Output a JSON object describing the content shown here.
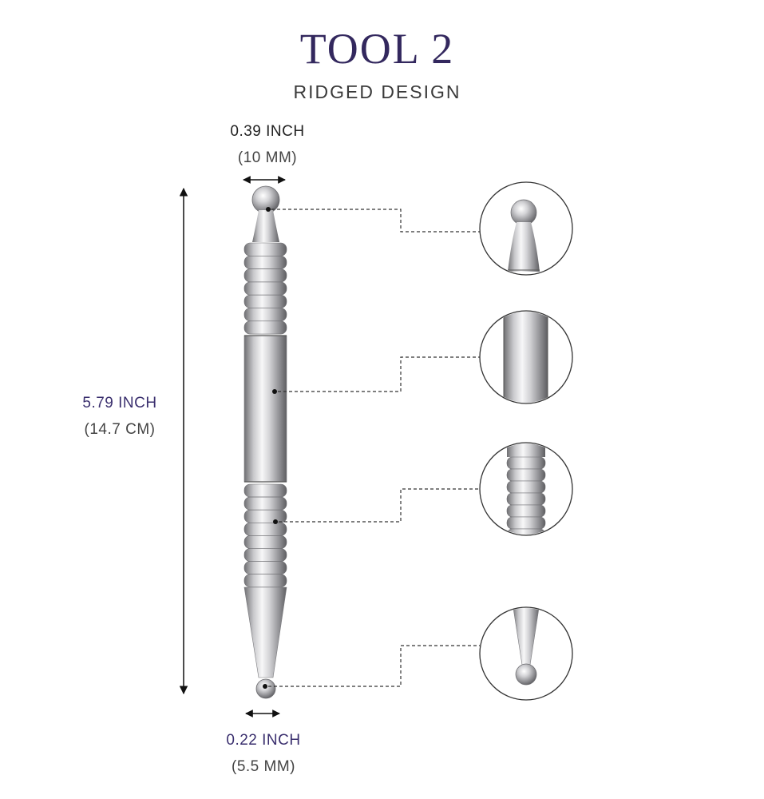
{
  "header": {
    "title": "TOOL 2",
    "subtitle": "RIDGED DESIGN"
  },
  "dimensions": {
    "head_width": {
      "value": "0.39 INCH",
      "metric": "(10 MM)"
    },
    "length": {
      "value": "5.79 INCH",
      "metric": "(14.7 CM)"
    },
    "tip_width": {
      "value": "0.22 INCH",
      "metric": "(5.5 MM)"
    }
  },
  "details": [
    {
      "part": "ball-head"
    },
    {
      "part": "smooth-shaft"
    },
    {
      "part": "ridged-grip"
    },
    {
      "part": "tapered-tip"
    }
  ],
  "colors": {
    "title": "#33285e",
    "accent": "#3a2f6e",
    "metal_dark": "#6f6f72",
    "metal_light": "#f7f7f8"
  }
}
